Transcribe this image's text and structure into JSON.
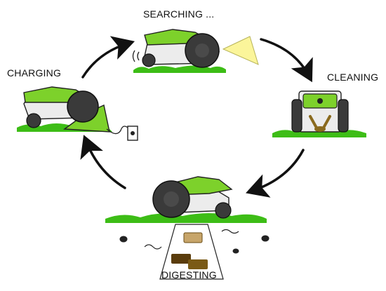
{
  "stages": {
    "searching": "SEARCHING ...",
    "charging": "CHARGING",
    "cleaning": "CLEANING",
    "digesting": "DIGESTING"
  },
  "colors": {
    "robot_green": "#7dd12b",
    "grass_green": "#3dbd16",
    "robot_body": "#ececec",
    "wheel": "#3a3a3a",
    "beam": "#fbf59a",
    "soil_brown": "#8a6a1e"
  },
  "flow_order": [
    "searching",
    "cleaning",
    "digesting",
    "charging"
  ]
}
